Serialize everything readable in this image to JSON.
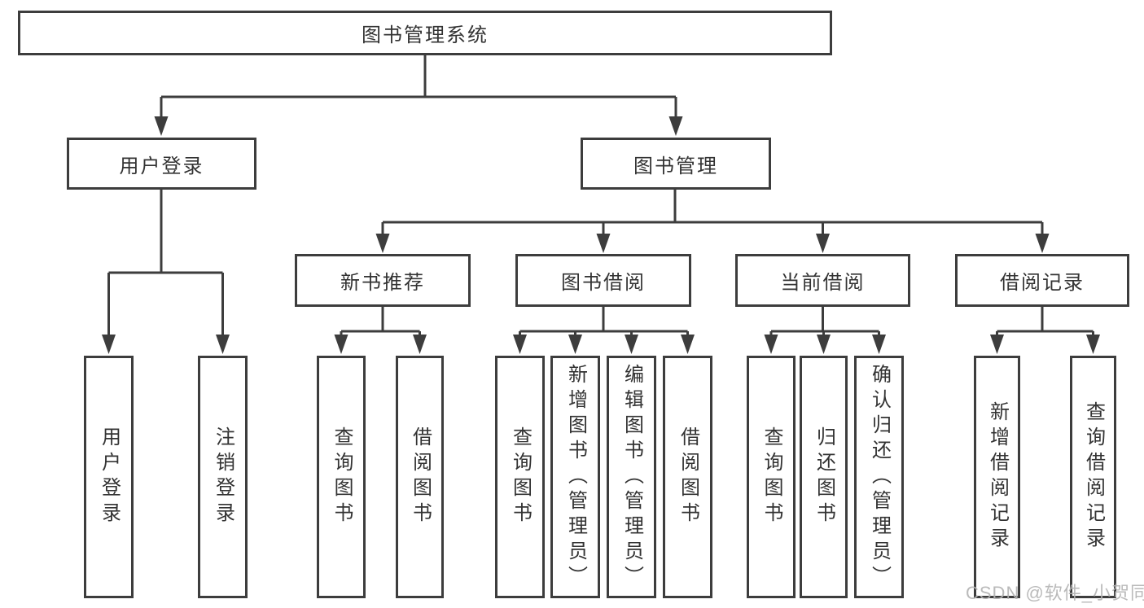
{
  "colors": {
    "line": "#3d3d3d",
    "box_fill": "#ffffff",
    "text": "#333333",
    "watermark": "#b3b3b3",
    "background": "#ffffff"
  },
  "tree": {
    "label": "图书管理系统",
    "children": [
      {
        "label": "用户登录",
        "children": [
          {
            "label": "用户登录"
          },
          {
            "label": "注销登录"
          }
        ]
      },
      {
        "label": "图书管理",
        "children": [
          {
            "label": "新书推荐",
            "children": [
              {
                "label": "查询图书"
              },
              {
                "label": "借阅图书"
              }
            ]
          },
          {
            "label": "图书借阅",
            "children": [
              {
                "label": "查询图书"
              },
              {
                "label": "新增图书（管理员）"
              },
              {
                "label": "编辑图书（管理员）"
              },
              {
                "label": "借阅图书"
              }
            ]
          },
          {
            "label": "当前借阅",
            "children": [
              {
                "label": "查询图书"
              },
              {
                "label": "归还图书"
              },
              {
                "label": "确认归还（管理员）"
              }
            ]
          },
          {
            "label": "借阅记录",
            "children": [
              {
                "label": "新增借阅记录"
              },
              {
                "label": "查询借阅记录"
              }
            ]
          }
        ]
      }
    ]
  },
  "watermark": {
    "text": "CSDN @软件_小贺同学"
  }
}
